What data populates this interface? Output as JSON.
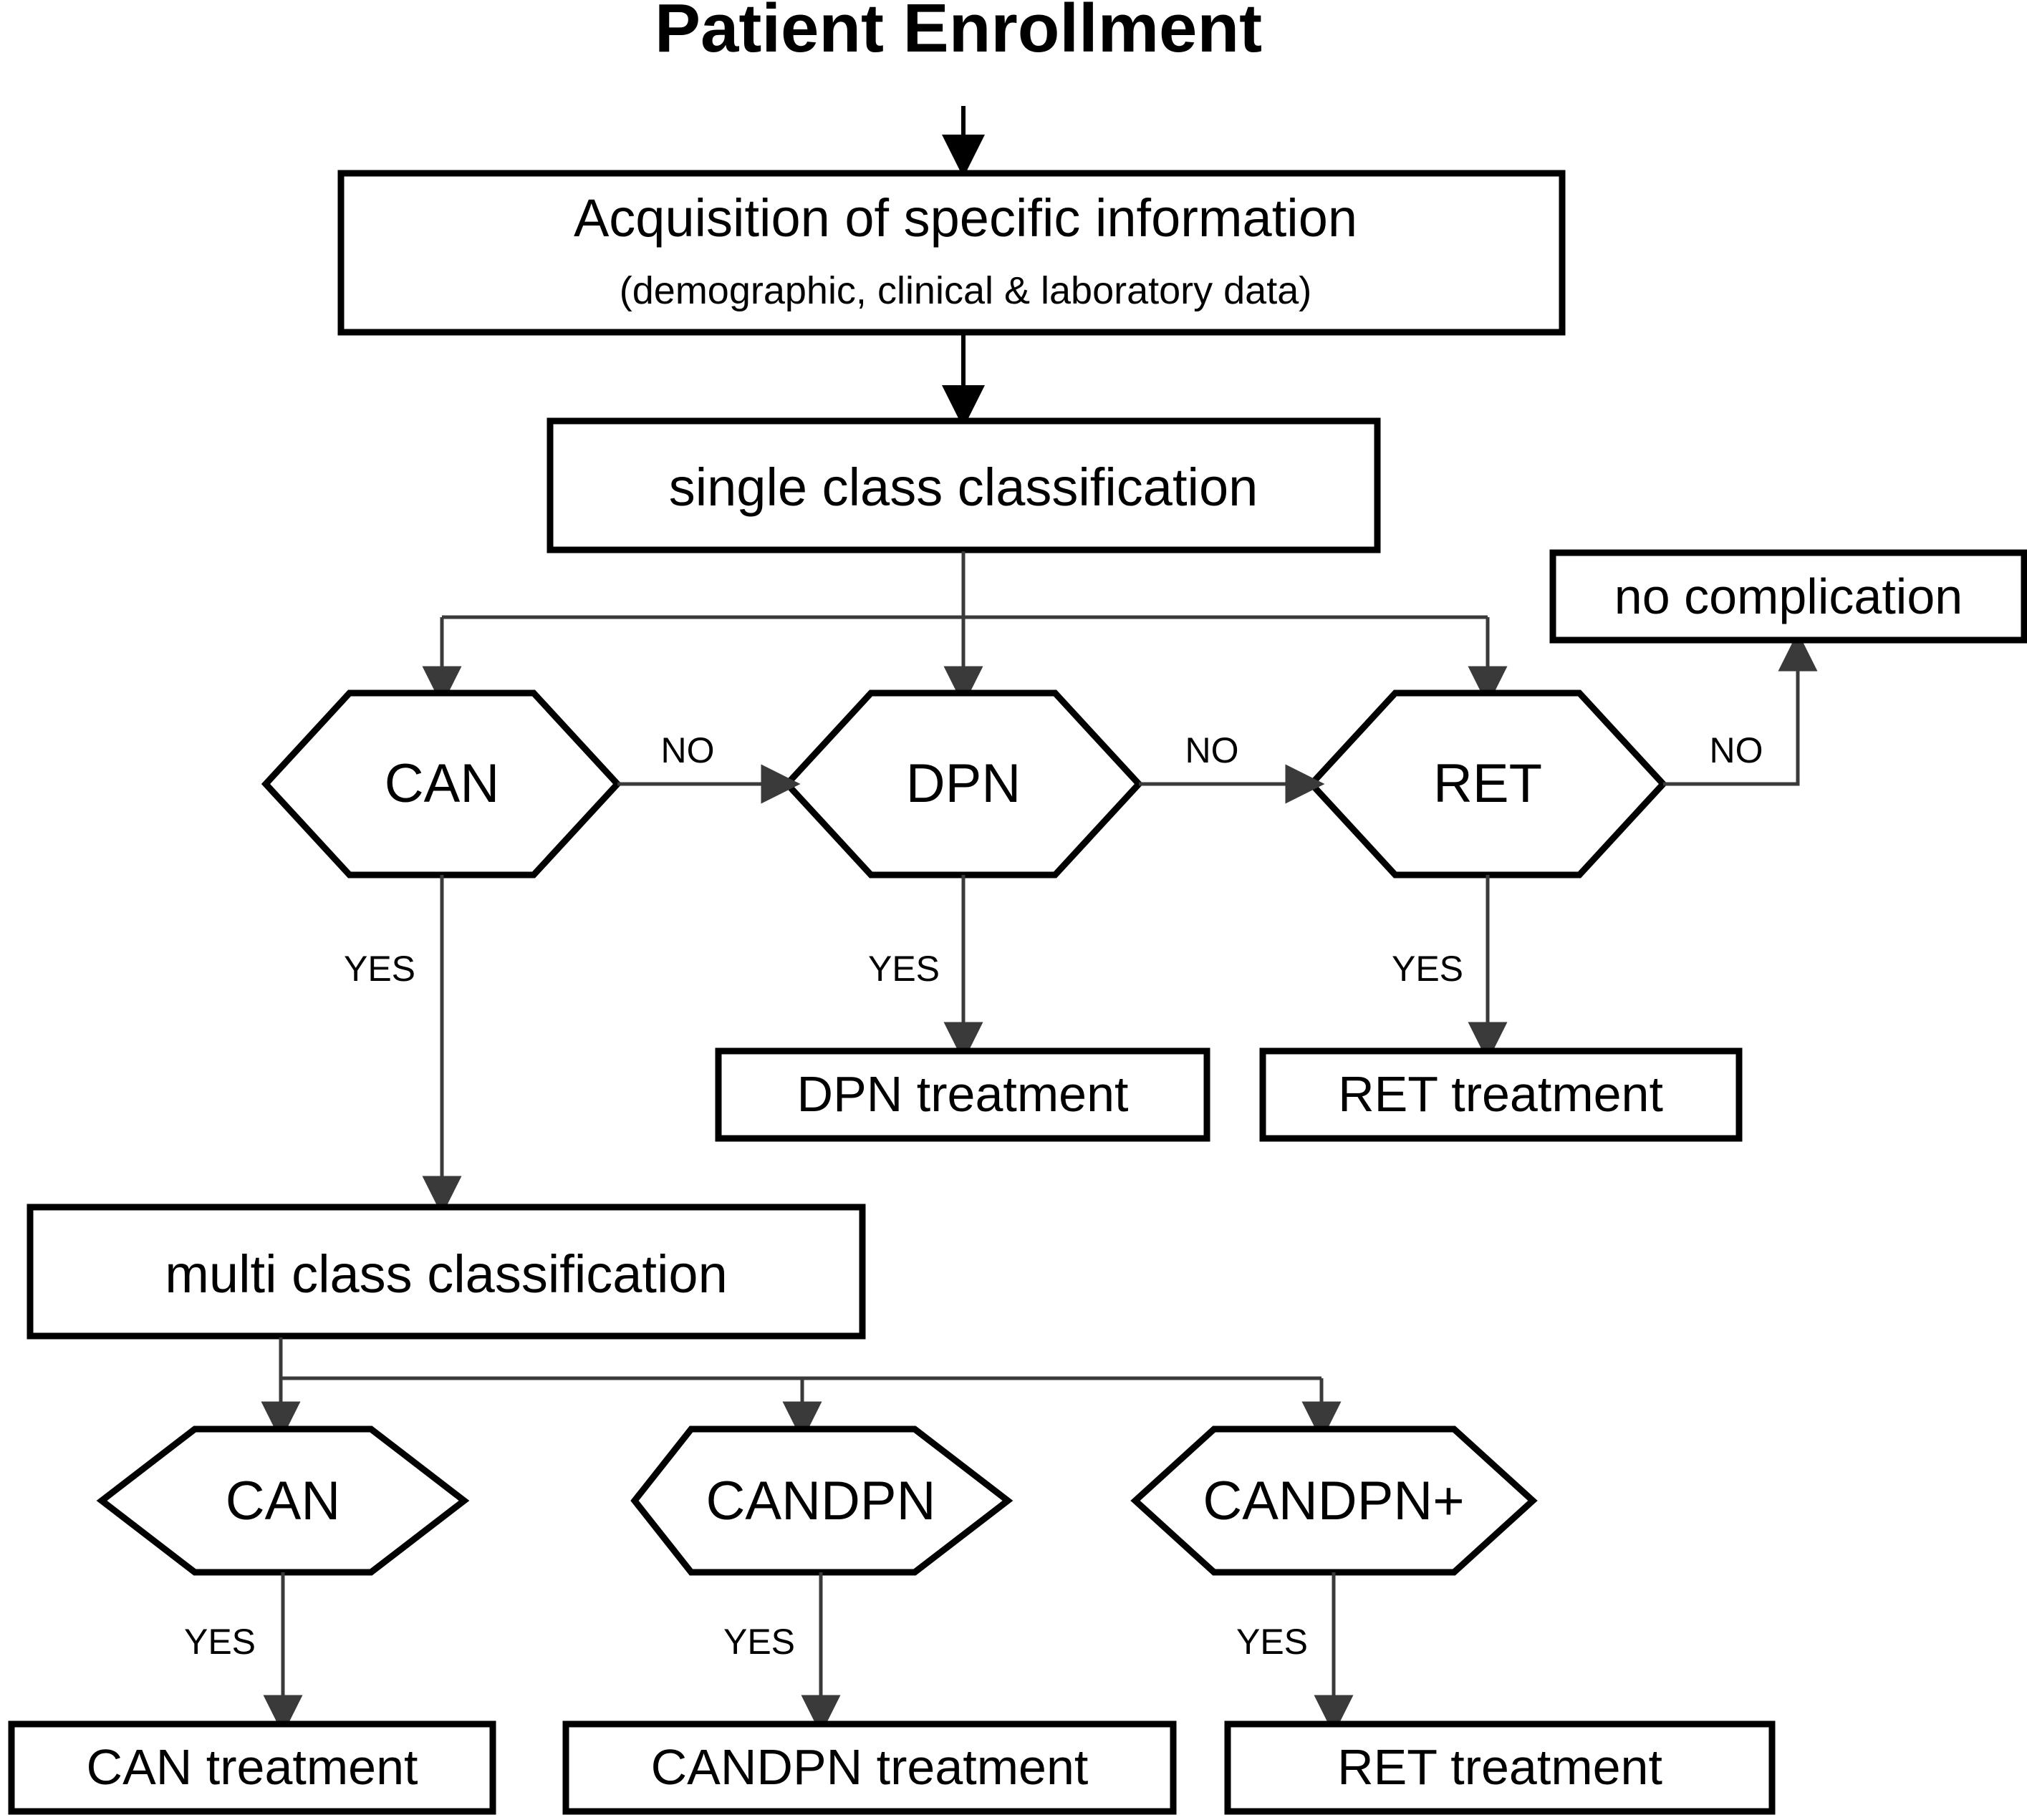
{
  "diagram": {
    "title": "Patient Enrollment",
    "nodes": {
      "acquisition_line1": "Acquisition of specific information",
      "acquisition_line2": "(demographic, clinical & laboratory data)",
      "single_class": "single class classification",
      "multi_class": "multi class classification",
      "no_complication": "no complication",
      "hex_can_single": "CAN",
      "hex_dpn": "DPN",
      "hex_ret": "RET",
      "hex_can_multi": "CAN",
      "hex_candpn": "CANDPN",
      "hex_candpn_plus": "CANDPN+",
      "dpn_treatment": "DPN treatment",
      "ret_treatment": "RET treatment",
      "can_treatment": "CAN treatment",
      "candpn_treatment": "CANDPN treatment",
      "ret_treatment_multi": "RET treatment"
    },
    "edge_labels": {
      "no_can_to_dpn": "NO",
      "no_dpn_to_ret": "NO",
      "no_ret_to_none": "NO",
      "yes_can": "YES",
      "yes_dpn": "YES",
      "yes_ret": "YES",
      "yes_can_multi": "YES",
      "yes_candpn": "YES",
      "yes_candpn_plus": "YES"
    },
    "colors": {
      "stroke": "#000000",
      "fill": "#ffffff",
      "thin_stroke": "#3a3a3a"
    }
  }
}
